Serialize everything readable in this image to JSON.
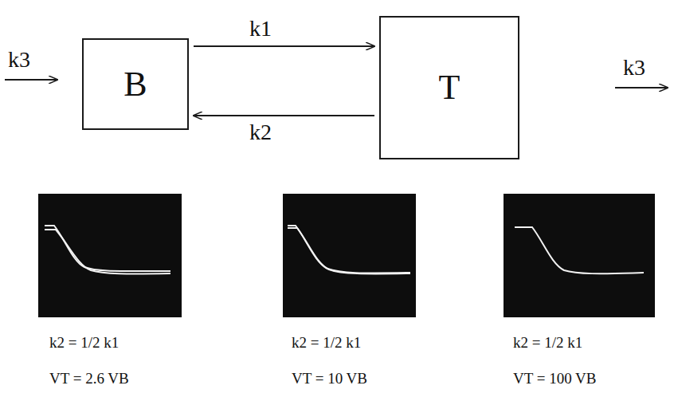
{
  "diagram": {
    "nodes": [
      {
        "text": [
          "B"
        ]
      },
      {
        "text": [
          "T"
        ]
      }
    ],
    "edges": [
      {
        "from": 0,
        "to": 1,
        "label": "k1",
        "arrow": "to"
      },
      {
        "from": 1,
        "to": 0,
        "label": "k2",
        "arrow": "to"
      }
    ],
    "labels": [
      "k3",
      "k3",
      "k2 = 1/2 k1",
      "k2 = 1/2 k1",
      "k2 = 1/2 k1",
      "VT = 2.6 VB",
      "VT = 10 VB",
      "VT = 100 VB"
    ]
  }
}
